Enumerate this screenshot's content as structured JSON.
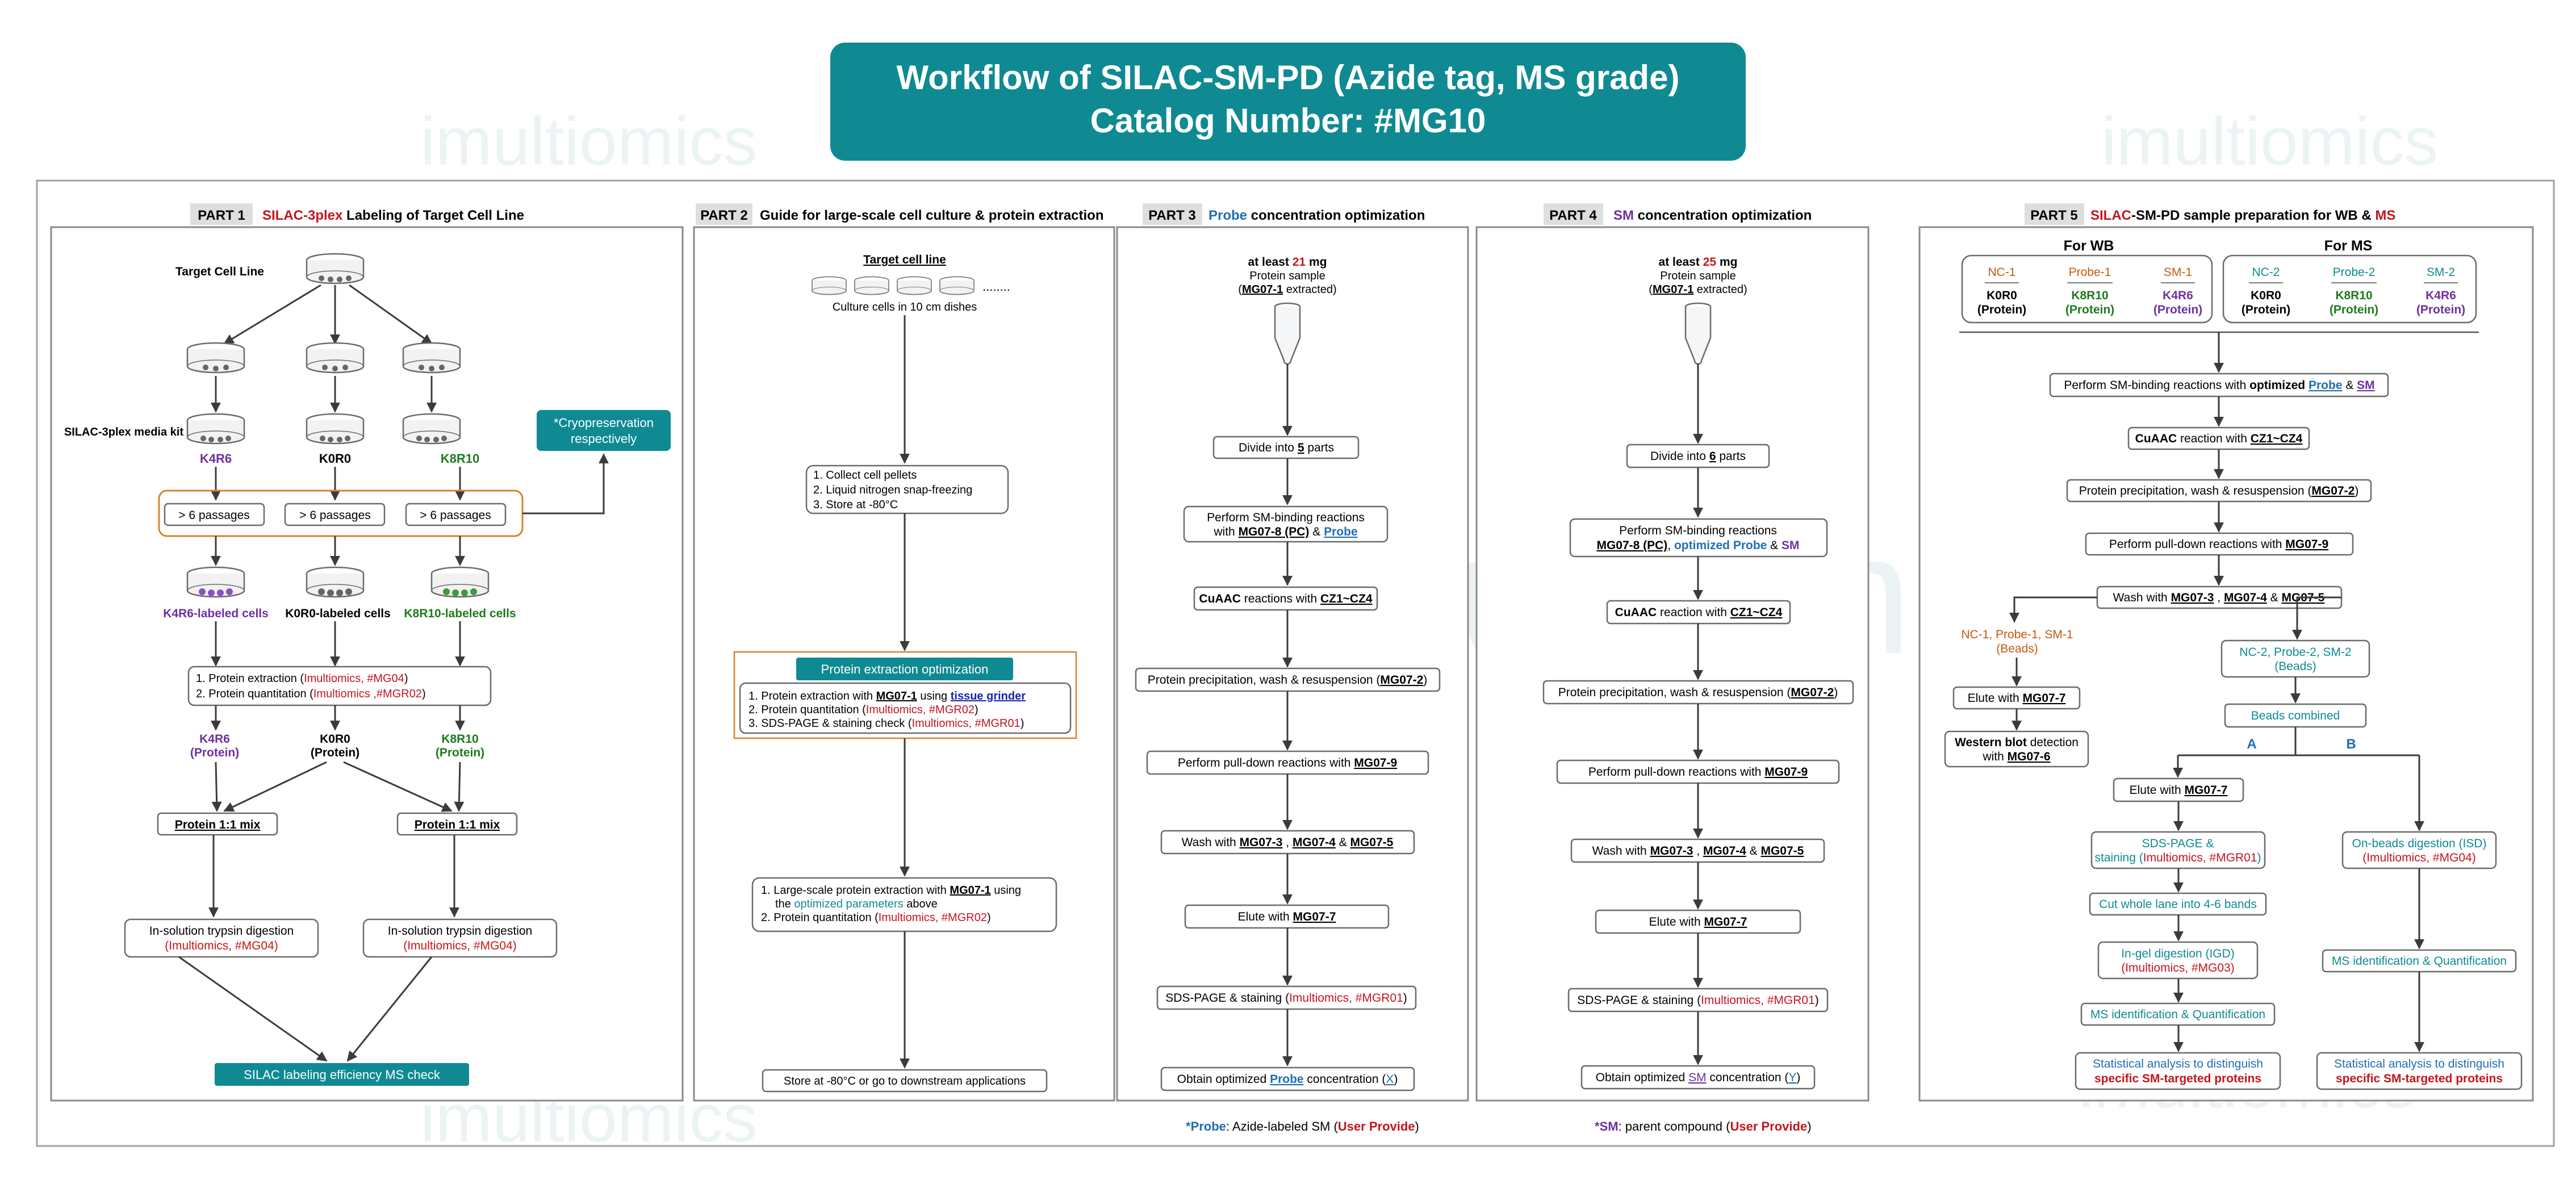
{
  "title": {
    "line1": "Workflow of SILAC-SM-PD (Azide tag, MS grade)",
    "line2": "Catalog Number: #MG10"
  },
  "watermark": "imultiomics",
  "colors": {
    "teal": "#0f8a93",
    "red": "#c4161c",
    "green": "#1f7a1f",
    "purple": "#7030a0",
    "blue": "#1f6fb2",
    "orange": "#c55a11"
  },
  "part1": {
    "tag": "PART 1",
    "title_colored": "SILAC-3plex",
    "title_rest": " Labeling of Target Cell Line",
    "target": "Target Cell Line",
    "media_kit": "SILAC-3plex media kit",
    "labels": [
      "K4R6",
      "K0R0",
      "K8R10"
    ],
    "passages": "> 6 passages",
    "cryo": [
      "*Cryopreservation",
      "respectively"
    ],
    "cells": [
      "K4R6-labeled cells",
      "K0R0-labeled cells",
      "K8R10-labeled cells"
    ],
    "step1a": "1.   Protein extraction (",
    "step1b": "Imultiomics, #MG04",
    "step1c": ")",
    "step2a": "2.   Protein quantitation (",
    "step2b": "Imultiomics ,#MGR02",
    "step2c": ")",
    "protein": "(Protein)",
    "mix": "Protein 1:1 mix",
    "digest": "In-solution trypsin digestion",
    "digest_ref": "(Imultiomics, #MG04)",
    "final": "SILAC labeling efficiency MS check"
  },
  "part2": {
    "tag": "PART 2",
    "title": "Guide for large-scale cell culture & protein extraction",
    "target": "Target cell line",
    "dots": "........",
    "culture": "Culture cells in 10 cm dishes",
    "collect": [
      "1.   Collect cell pellets",
      "2.   Liquid nitrogen snap-freezing",
      "3.   Store at -80°C"
    ],
    "opt_title": "Protein extraction optimization",
    "opt1a": "1.   Protein extraction with ",
    "opt1b": "MG07-1",
    "opt1c": " using ",
    "opt1d": "tissue grinder",
    "opt2a": "2.   Protein quantitation (",
    "opt2b": "Imultiomics, #MGR02",
    "opt2c": ")",
    "opt3a": "3.   SDS-PAGE & staining check (",
    "opt3b": "Imultiomics, #MGR01",
    "opt3c": ")",
    "large1a": "1.   Large-scale protein extraction with ",
    "large1b": "MG07-1",
    "large1c": " using",
    "large1d": "the ",
    "large1e": "optimized parameters",
    "large1f": " above",
    "large2a": "2.   Protein quantitation (",
    "large2b": "Imultiomics, #MGR02",
    "large2c": ")",
    "store": "Store at -80°C or go to downstream applications"
  },
  "part3": {
    "tag": "PART 3",
    "title_colored": "Probe",
    "title_rest": " concentration optimization",
    "amount_a": "at least ",
    "amount_b": "21",
    "amount_c": " mg",
    "sample": "Protein sample",
    "extract_a": "(",
    "extract_b": "MG07-1",
    "extract_c": " extracted)",
    "divide_a": "Divide into ",
    "divide_b": "5",
    "divide_c": " parts",
    "bind1": "Perform SM-binding reactions",
    "bind2a": "with ",
    "bind2b": "MG07-8 (PC)",
    "bind2c": " & ",
    "bind2d": "Probe",
    "cuaac_a": "CuAAC",
    "cuaac_b": " reactions with ",
    "cuaac_c": "CZ1~CZ4",
    "precip_a": "Protein precipitation, wash & resuspension (",
    "precip_b": "MG07-2",
    "precip_c": ")",
    "pull_a": "Perform pull-down reactions with ",
    "pull_b": "MG07-9",
    "wash_a": "Wash with ",
    "wash_b": "MG07-3",
    "wash_c": " , ",
    "wash_d": "MG07-4",
    "wash_e": " & ",
    "wash_f": "MG07-5",
    "elute_a": "Elute with ",
    "elute_b": "MG07-7",
    "sds_a": "SDS-PAGE & staining (",
    "sds_b": "Imultiomics, #MGR01",
    "sds_c": ")",
    "obtain_a": "Obtain optimized ",
    "obtain_b": "Probe",
    "obtain_c": " concentration (",
    "obtain_d": "X",
    "obtain_e": ")"
  },
  "part4": {
    "tag": "PART 4",
    "title_colored": "SM",
    "title_rest": " concentration optimization",
    "amount_b": "25",
    "divide_b": "6",
    "bind2b": "MG07-8 (PC)",
    "bind2c": ", ",
    "bind2d": "optimized Probe",
    "bind2e": " & ",
    "bind2f": "SM",
    "cuaac_b": " reaction with ",
    "obtain_b": "SM",
    "obtain_d": "Y"
  },
  "part5": {
    "tag": "PART 5",
    "title_a": "SILAC",
    "title_b": "-SM-PD sample preparation for WB & ",
    "title_c": "MS",
    "for_wb": "For WB",
    "for_ms": "For MS",
    "wb_cols": [
      [
        "NC-1",
        "K0R0",
        "(Protein)"
      ],
      [
        "Probe-1",
        "K8R10",
        "(Protein)"
      ],
      [
        "SM-1",
        "K4R6",
        "(Protein)"
      ]
    ],
    "ms_cols": [
      [
        "NC-2",
        "K0R0",
        "(Protein)"
      ],
      [
        "Probe-2",
        "K8R10",
        "(Protein)"
      ],
      [
        "SM-2",
        "K4R6",
        "(Protein)"
      ]
    ],
    "bind_a": "Perform SM-binding reactions with ",
    "bind_b": "optimized",
    "bind_c": " ",
    "bind_d": "Probe",
    "bind_e": " & ",
    "bind_f": "SM",
    "beads1": "NC-1, Probe-1, SM-1",
    "beads": "(Beads)",
    "beads2": "NC-2, Probe-2, SM-2",
    "combined": "Beads combined",
    "branch_a": "A",
    "branch_b": "B",
    "wb_a": "Western blot",
    "wb_b": " detection",
    "wb_c": "with ",
    "wb_d": "MG07-6",
    "sds_a": "SDS-PAGE &",
    "sds_b": "staining (",
    "sds_c": "Imultiomics, #MGR01",
    "sds_d": ")",
    "cut": "Cut whole lane into 4-6 bands",
    "igd": "In-gel digestion (IGD)",
    "igd_ref": "(Imultiomics, #MG03)",
    "isd": "On-beads digestion (ISD)",
    "isd_ref": "(Imultiomics, #MG04)",
    "msid": "MS identification & Quantification",
    "stat1": "Statistical analysis to distinguish",
    "stat2": "specific SM-targeted proteins"
  },
  "footnotes": {
    "probe_a": "*Probe",
    "probe_b": ": Azide-labeled SM (",
    "user": "User Provide",
    "close": ")",
    "sm_a": "*SM",
    "sm_b": ": parent compound ("
  }
}
